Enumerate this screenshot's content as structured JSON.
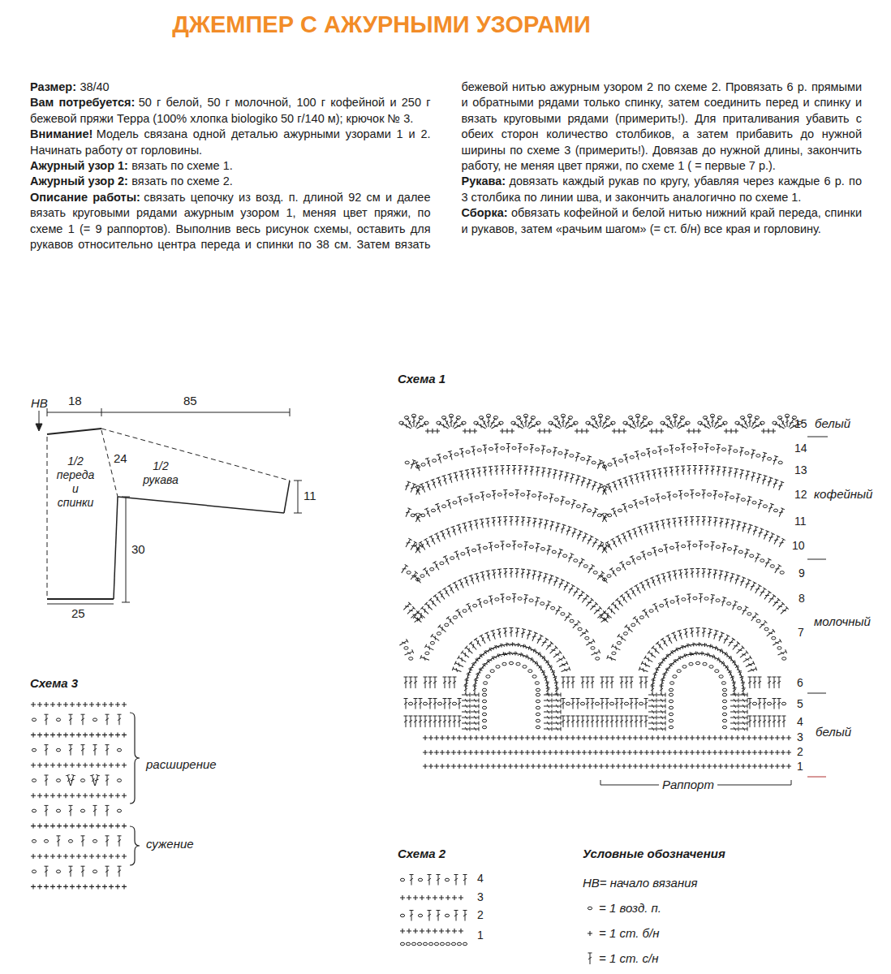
{
  "diagram": {
    "title": "ДЖЕМПЕР С АЖУРНЫМИ УЗОРАМИ",
    "labels": [
      "Размер:",
      "38/40",
      "Вам потребуется:",
      "50 г белой, 50 г молочной, 100 г кофейной и 250 г бежевой пряжи Терра (100% хлопка biologiko 50 г/140 м); крючок № 3.",
      "Внимание!",
      "Модель связана одной деталью ажурными узорами 1 и 2. Начинать работу от горловины.",
      "Ажурный узор 1:",
      "вязать по схеме 1.",
      "Ажурный узор 2:",
      "вязать по схеме 2.",
      "Описание работы:",
      "связать цепочку из возд. п. длиной 92 см и далее вязать круговыми рядами ажурным узором 1, меняя цвет пряжи, по схеме 1 (= 9 раппортов). Выполнив весь рисунок схемы, оставить для рукавов относительно центра переда и спинки по 38 см. Затем вязать бежевой нитью ажурным узором 2 по схеме 2. Провязать 6 р. прямыми и обратными рядами только спинку, затем соединить перед и спинку и вязать круговыми рядами (примерить!). Для приталивания убавить с обеих сторон количество столбиков, а затем прибавить до нужной ширины по схеме 3 (примерить!). Довязав до нужной длины, закончить работу, не меняя цвет пряжи, по схеме 1 ( = первые 7 р.).",
      "Рукава:",
      "довязать каждый рукав по кругу, убавляя через каждые 6 р. по 3 столбика по линии шва, и закончить аналогично по схеме 1.",
      "Сборка:",
      "обвязать кофейной и белой нитью нижний край переда, спинки и рукавов, затем «рачьим шагом» (= ст. б/н) все края и горловину.",
      "НВ",
      "18",
      "85",
      "1/2 переда и спинки",
      "24",
      "1/2 рукава",
      "11",
      "30",
      "25",
      "Схема 1",
      "15",
      "белый",
      "14",
      "13",
      "12",
      "кофейный",
      "11",
      "10",
      "9",
      "8",
      "молочный",
      "7",
      "6",
      "5",
      "4",
      "белый",
      "3",
      "2",
      "1",
      "Раппорт",
      "Схема 3",
      "расширение",
      "сужение",
      "Схема 2",
      "4",
      "3",
      "2",
      "1",
      "Условные обозначения"
    ],
    "legend": [
      {
        "text": "НВ= начало вязания"
      },
      {
        "text": "= 1 возд. п."
      },
      {
        "text": "= 1 ст. б/н"
      },
      {
        "text": "= 1 ст. с/н"
      }
    ]
  }
}
